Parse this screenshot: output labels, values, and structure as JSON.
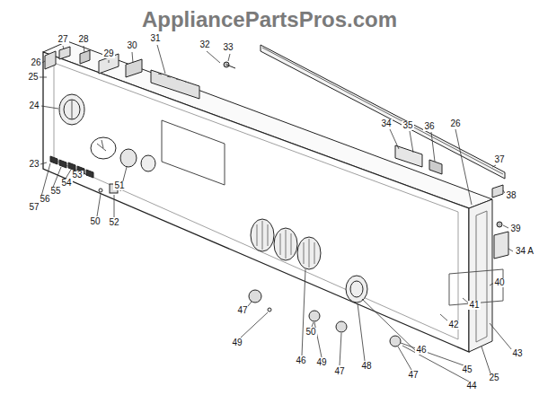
{
  "diagram": {
    "labels": [
      "AppliancePartsPros.com",
      "27",
      "28",
      "29",
      "30",
      "31",
      "32",
      "33",
      "26",
      "25",
      "24",
      "23",
      "57",
      "56",
      "55",
      "54",
      "53",
      "50",
      "52",
      "51",
      "34",
      "35",
      "36",
      "26",
      "37",
      "38",
      "39",
      "34 A",
      "40",
      "41",
      "42",
      "47",
      "49",
      "46",
      "50",
      "49",
      "47",
      "48",
      "47",
      "46",
      "45",
      "44",
      "43",
      "25"
    ]
  }
}
